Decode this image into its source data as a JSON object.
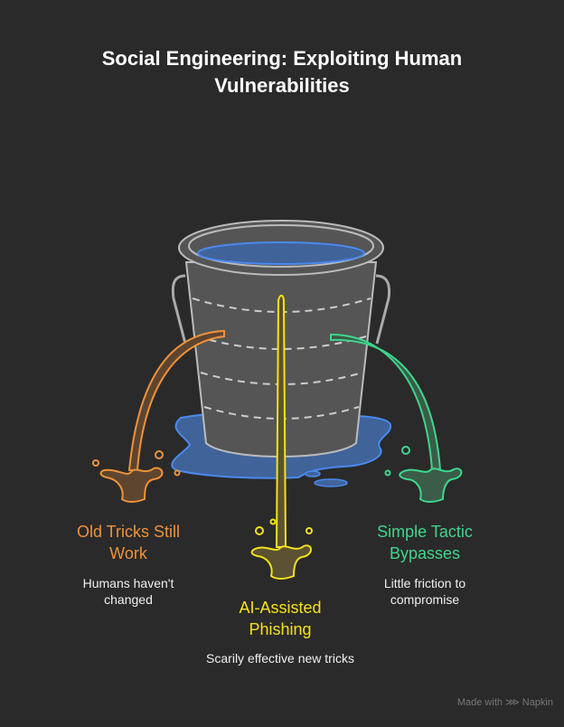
{
  "title": "Social Engineering: Exploiting Human Vulnerabilities",
  "items": [
    {
      "label": "Old Tricks Still Work",
      "description": "Humans haven't changed",
      "color": "#f0923a"
    },
    {
      "label": "AI-Assisted Phishing",
      "description": "Scarily effective new tricks",
      "color": "#f5e11c"
    },
    {
      "label": "Simple Tactic Bypasses",
      "description": "Little friction to compromise",
      "color": "#3fd68c"
    }
  ],
  "watermark": "Made with ⋙ Napkin"
}
